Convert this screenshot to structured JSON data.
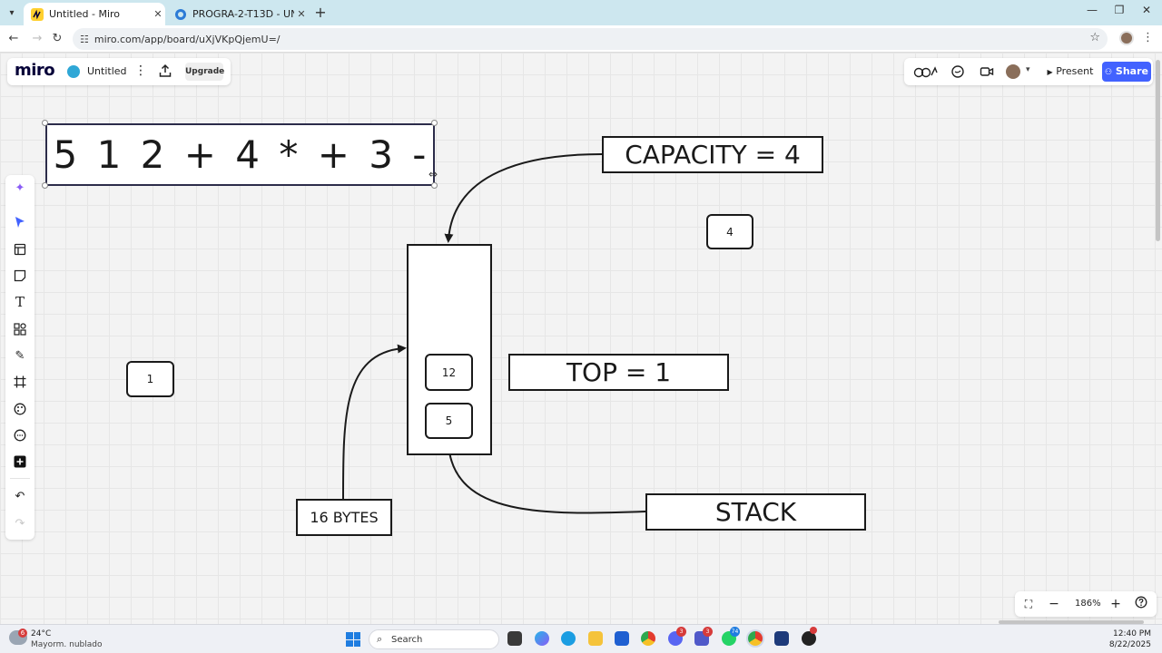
{
  "browser": {
    "tabs": [
      {
        "title": "Untitled - Miro",
        "active": true
      },
      {
        "title": "PROGRA-2-T13D - UNIDAD 1: S",
        "active": false
      }
    ],
    "address": "miro.com/app/board/uXjVKpQjemU=/"
  },
  "miro": {
    "logo": "miro",
    "board_name": "Untitled",
    "upgrade_label": "Upgrade",
    "present_label": "Present",
    "share_label": "Share",
    "zoom_level": "186%"
  },
  "board": {
    "expression": "5 1 2 + 4 * + 3 -",
    "capacity_label": "CAPACITY = 4",
    "capacity_value": "4",
    "loose_value": "1",
    "stack_items": [
      "12",
      "5"
    ],
    "top_label": "TOP = 1",
    "bytes_label": "16 BYTES",
    "stack_label": "STACK"
  },
  "taskbar": {
    "weather_badge": "6",
    "temperature": "24°C",
    "weather": "Mayorm. nublado",
    "search_placeholder": "Search",
    "badges": {
      "discord": "3",
      "teams": "3",
      "whatsapp": "74"
    },
    "time": "12:40 PM",
    "date": "8/22/2025"
  },
  "colors": {
    "accent": "#4262ff",
    "tabbar": "#cde7ef"
  }
}
